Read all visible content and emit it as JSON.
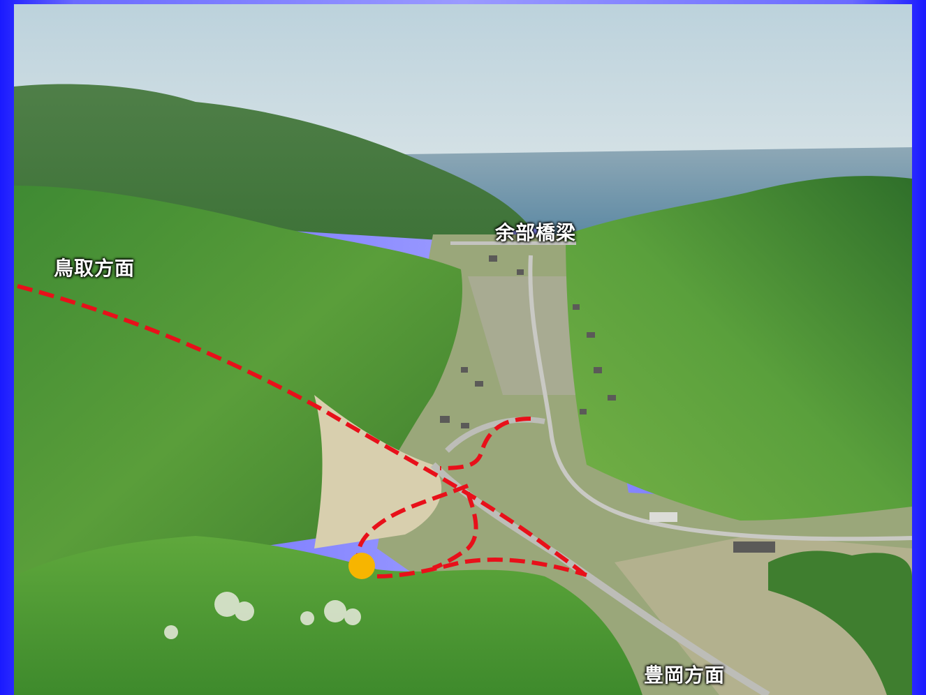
{
  "labels": {
    "tottori": "鳥取方面",
    "amarube_bridge": "余部橋梁",
    "toyooka": "豊岡方面"
  },
  "colors": {
    "frame": "#3333ff",
    "route_line": "#e8101a",
    "junction_marker": "#f7b500"
  }
}
